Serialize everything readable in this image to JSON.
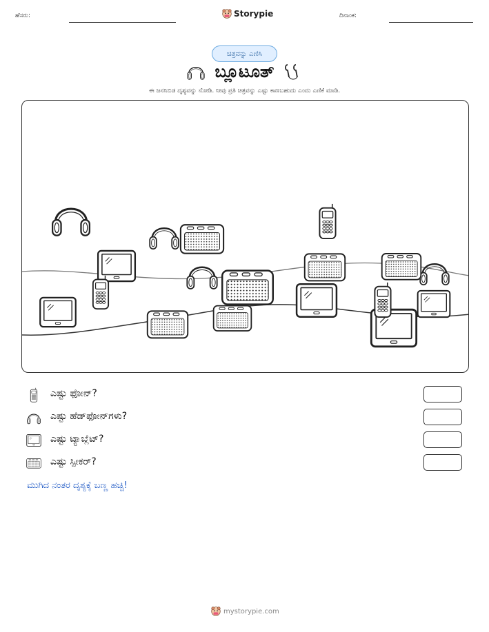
{
  "header": {
    "name_label": "ಹೆಸರು:",
    "date_label": "ದಿನಾಂಕ:",
    "brand": "Storypie"
  },
  "activity_badge": "ಚಿತ್ರವನ್ನು ಎಣಿಸಿ",
  "title": "ಬ್ಲೂಟೂತ್",
  "instructions": "ಈ ಜನನಿಬಿಡ ದೃಶ್ಯವನ್ನು ನೋಡಿ. ನೀವು ಪ್ರತಿ ಚಿತ್ರವನ್ನು ಎಷ್ಟು ಕಾಣಬಹುದು ಎಂದು ಎಣಿಕೆ ಮಾಡಿ.",
  "questions": [
    {
      "icon": "phone-icon",
      "text": "ಎಷ್ಟು ಫೋನ್?"
    },
    {
      "icon": "headphones-icon",
      "text": "ಎಷ್ಟು ಹೆಡ್‌ಫೋನ್‌ಗಳು?"
    },
    {
      "icon": "tablet-icon",
      "text": "ಎಷ್ಟು ಟ್ಯಾಬ್ಲೆಟ್?"
    },
    {
      "icon": "speaker-icon",
      "text": "ಎಷ್ಟು ಸ್ಪೀಕರ್?"
    }
  ],
  "footer_note": "ಮುಗಿದ ನಂತರ ದೃಶ್ಯಕ್ಕೆ ಬಣ್ಣ ಹಚ್ಚಿ!",
  "site": "mystorypie.com"
}
